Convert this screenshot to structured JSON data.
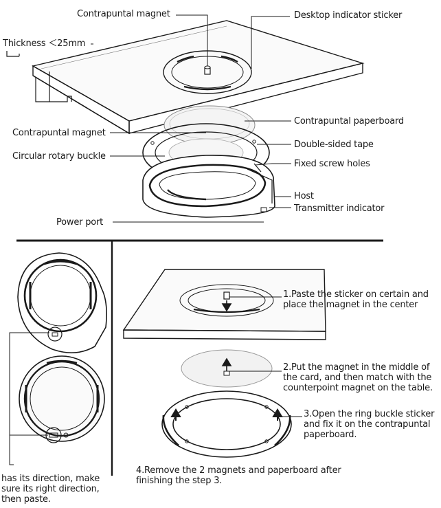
{
  "top_labels": {
    "contrapuntal_magnet_top": "Contrapuntal magnet",
    "desktop_indicator_sticker": "Desktop indicator sticker",
    "thickness": "Thickness ＜25mm",
    "contrapuntal_paperboard": "Contrapuntal paperboard",
    "contrapuntal_magnet_mid": "Contrapuntal magnet",
    "double_sided_tape": "Double-sided tape",
    "circular_rotary_buckle": "Circular rotary buckle",
    "fixed_screw_holes": "Fixed screw holes",
    "host": "Host",
    "transmitter_indicator": "Transmitter indicator",
    "power_port": "Power port"
  },
  "steps": {
    "step1": "1.Paste the sticker on certain and\nplace the magnet in the center",
    "step2": "2.Put the magnet in the middle of\nthe card, and then match with the\ncounterpoint magnet on the table.",
    "step3": "3.Open the ring buckle sticker\nand fix it on the contrapuntal\npaperboard.",
    "step4": "4.Remove the 2 magnets and paperboard after\nfinishing the step 3.",
    "direction_note": "has its direction, make\nsure its right direction,\nthen paste."
  },
  "colors": {
    "line": "#1a1a1a",
    "thin": "#555555",
    "fill_light": "#f4f4f4",
    "fill_plate": "#fafafa"
  }
}
